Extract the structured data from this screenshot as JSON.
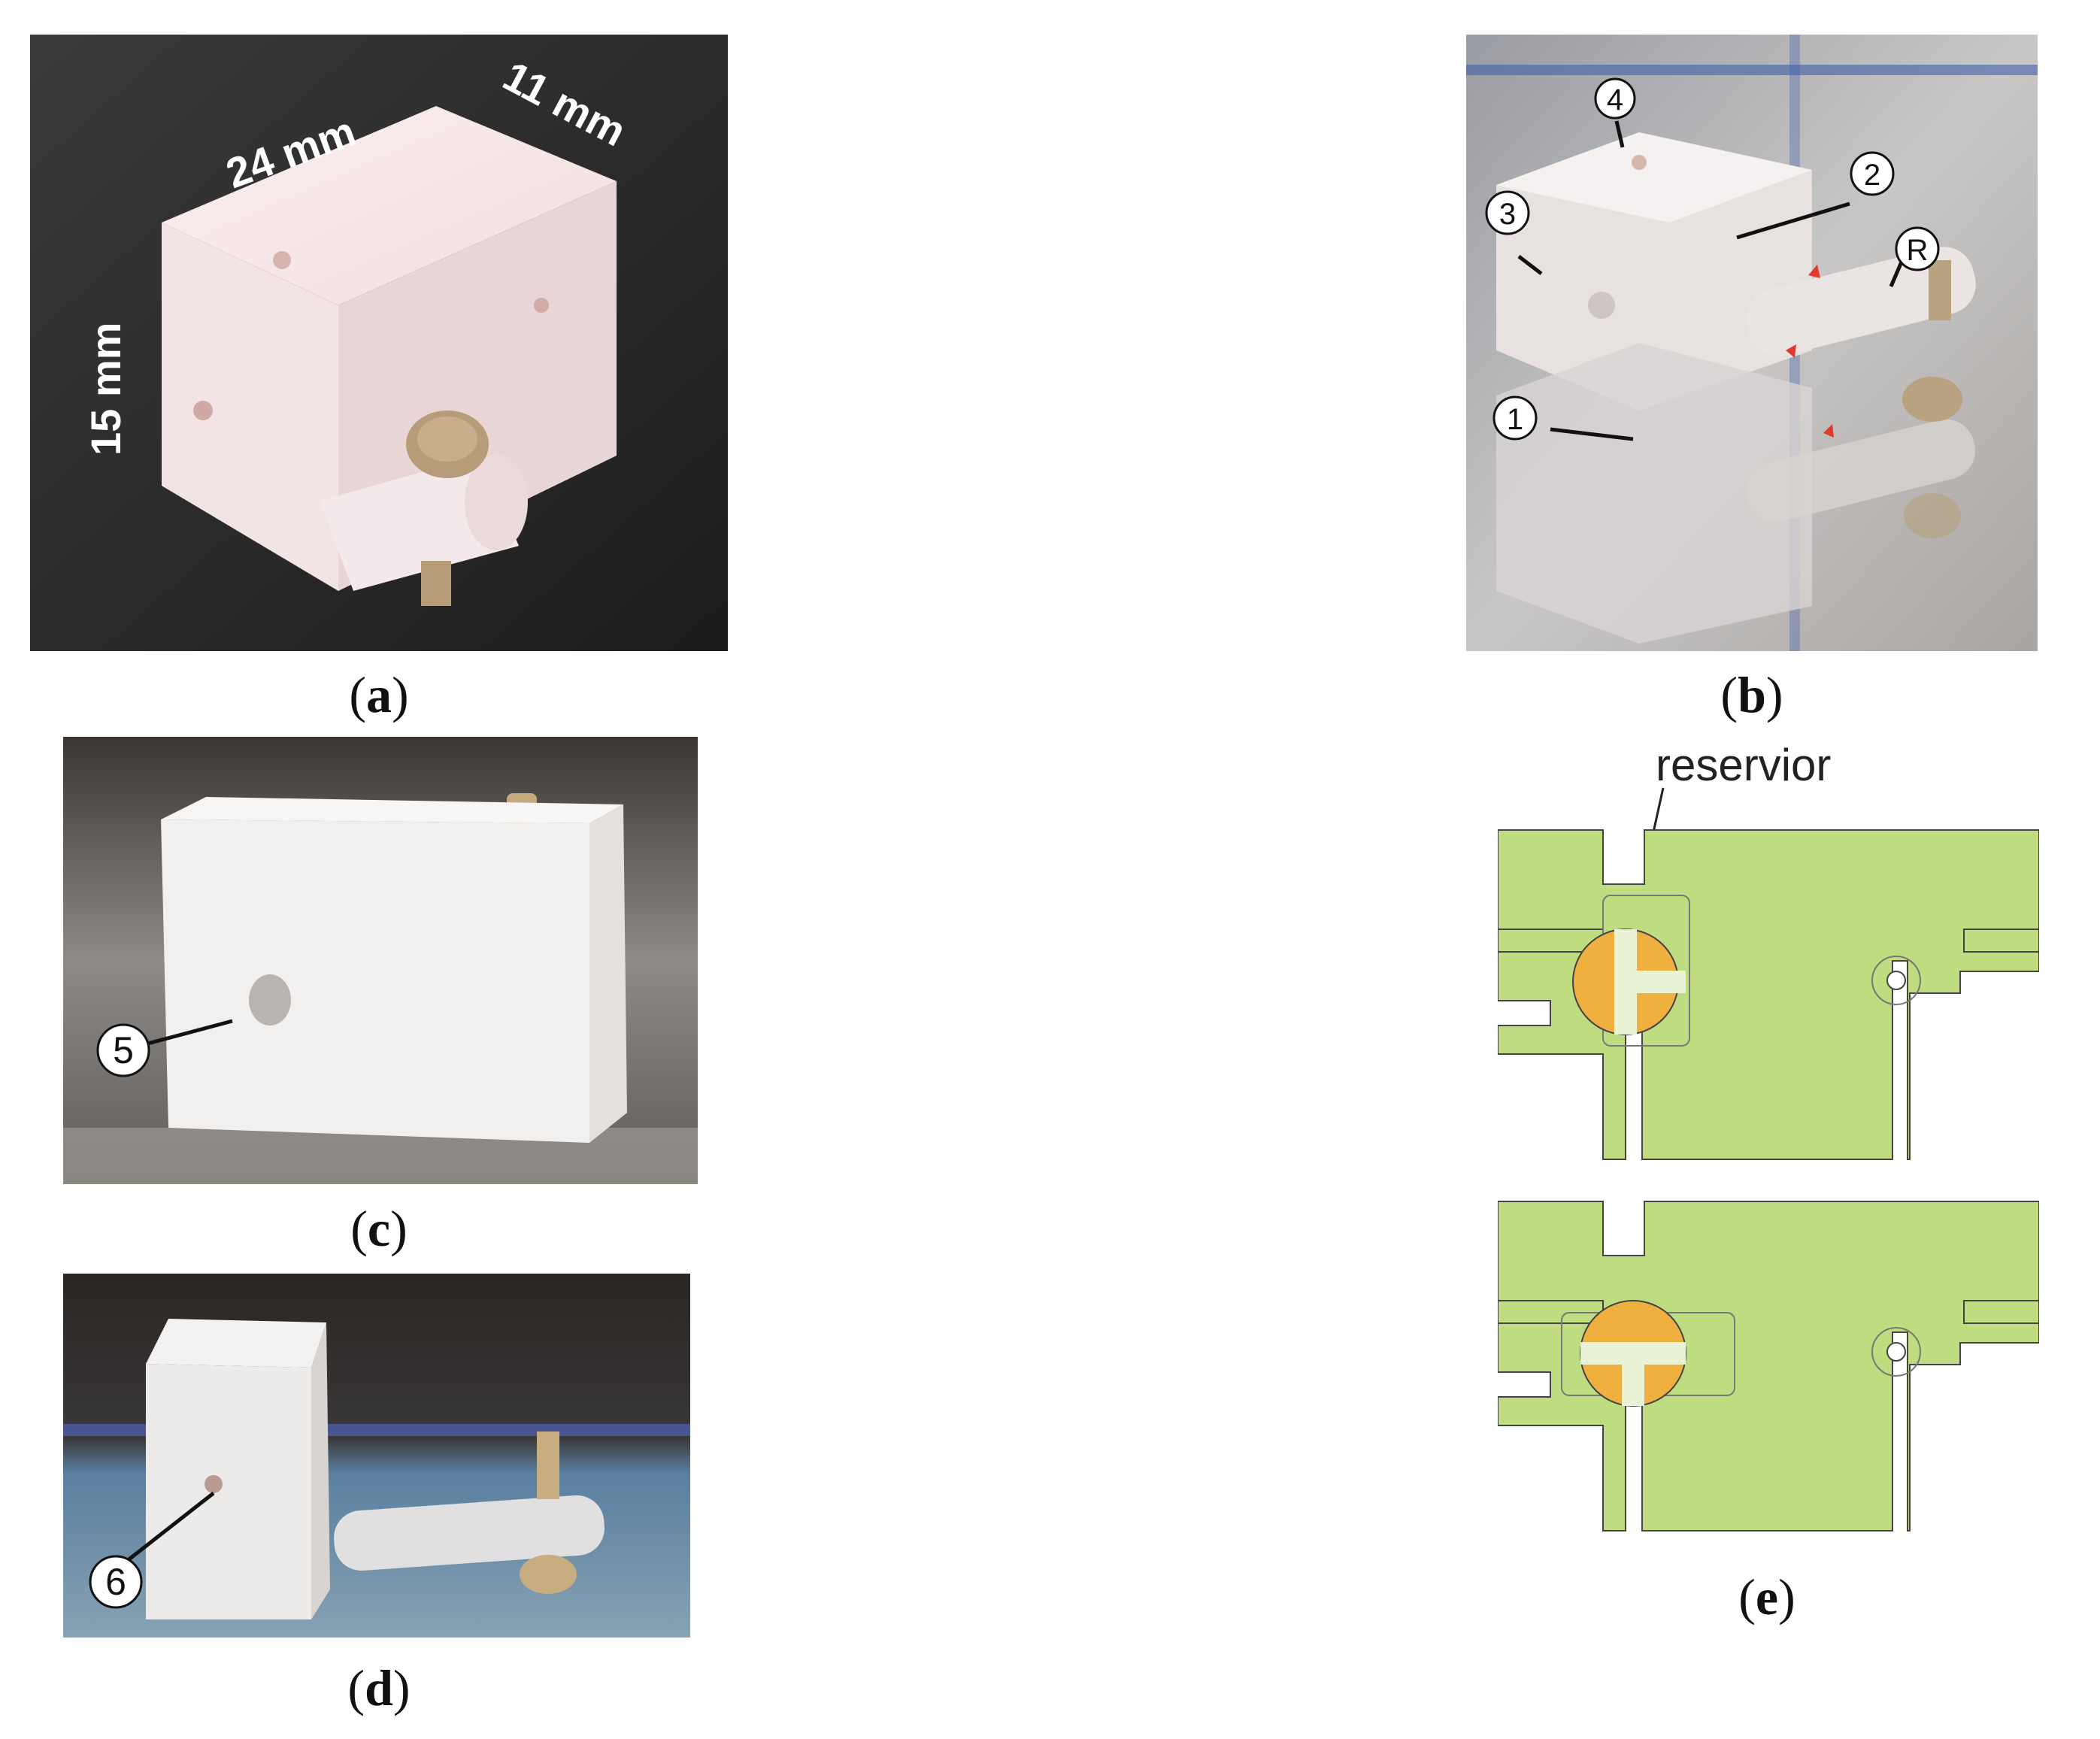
{
  "panels": {
    "a": {
      "caption_letter": "a",
      "dimension_labels": {
        "length": "24 mm",
        "width": "11 mm",
        "height": "15 mm"
      }
    },
    "b": {
      "caption_letter": "b",
      "callouts": [
        "1",
        "2",
        "3",
        "4",
        "R"
      ]
    },
    "c": {
      "caption_letter": "c",
      "callouts": [
        "5"
      ]
    },
    "d": {
      "caption_letter": "d",
      "callouts": [
        "6"
      ]
    },
    "e": {
      "caption_letter": "e",
      "reservoir_label": "reservior",
      "colors": {
        "body": "#c0dc80",
        "valve": "#f0b040",
        "channel": "#eaf3d6",
        "outline": "#444444"
      }
    }
  }
}
